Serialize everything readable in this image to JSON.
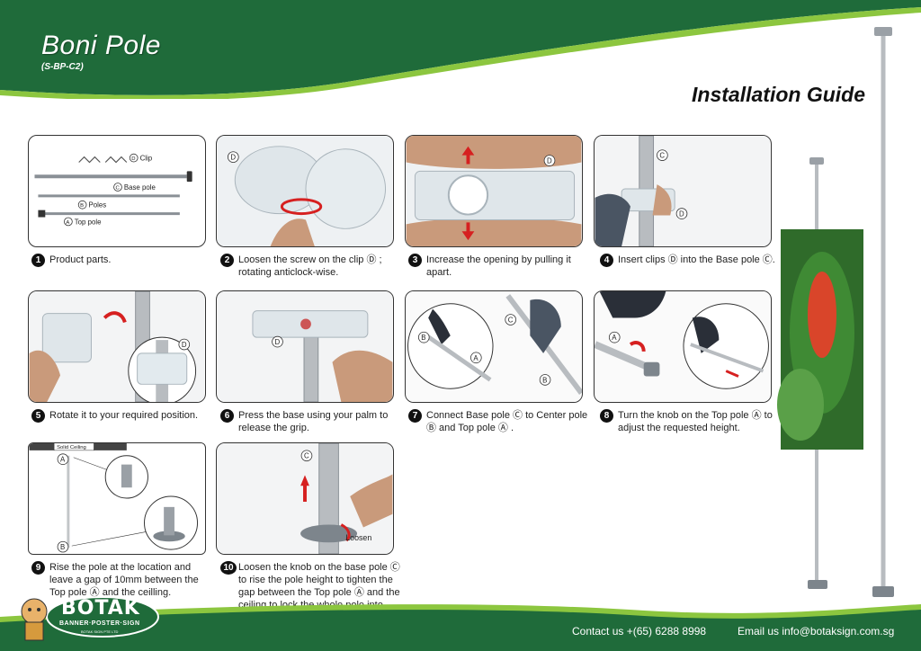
{
  "header": {
    "title": "Boni Pole",
    "code": "(S-BP-C2)",
    "guide_title": "Installation Guide"
  },
  "parts_labels": {
    "clip": "Clip",
    "base_pole": "Base pole",
    "poles": "Poles",
    "top_pole": "Top pole",
    "mark_d": "D",
    "mark_c": "C",
    "mark_b": "B",
    "mark_a": "A"
  },
  "steps": [
    {
      "num": "1",
      "text": "Product parts."
    },
    {
      "num": "2",
      "text": "Loosen the screw on the clip Ⓓ ; rotating anticlock-wise."
    },
    {
      "num": "3",
      "text": "Increase the opening by pulling it apart."
    },
    {
      "num": "4",
      "text": "Insert clips Ⓓ  into the Base pole Ⓒ."
    },
    {
      "num": "5",
      "text": "Rotate it to your required position."
    },
    {
      "num": "6",
      "text": "Press the base using your palm to release the grip."
    },
    {
      "num": "7",
      "text": "Connect Base pole Ⓒ to Center pole Ⓑ and Top pole Ⓐ ."
    },
    {
      "num": "8",
      "text": "Turn the knob on the Top pole Ⓐ to adjust the requested height."
    },
    {
      "num": "9",
      "text": "Rise the pole at the location and leave a gap of 10mm between the Top pole Ⓐ and the ceilling."
    },
    {
      "num": "10",
      "text": "Loosen the knob on the base pole Ⓒ to rise the pole height to tighten the gap between the Top pole Ⓐ and the ceiling to lock the whole pole into position"
    }
  ],
  "panel9": {
    "ceiling": "Solid Ceiling"
  },
  "panel10": {
    "loosen": "Loosen"
  },
  "footer": {
    "contact": "Contact us +(65) 6288 8998",
    "email": "Email us  info@botaksign.com.sg",
    "logo_name": "BOTAK",
    "logo_tagline": "BANNER·POSTER·SIGN",
    "logo_company": "BOTAK SIGN PTE LTD"
  },
  "colors": {
    "brand_green": "#1f6b3a",
    "accent_green": "#8cc63f",
    "pole_grey": "#b8bcc0",
    "arrow_red": "#d62020"
  }
}
